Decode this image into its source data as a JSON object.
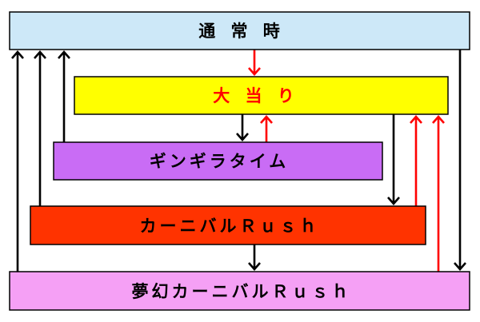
{
  "nodes": {
    "normal": {
      "label": "通 常 時",
      "fill": "#cde8f8",
      "text_color": "#000000"
    },
    "big_hit": {
      "label": "大 当 り",
      "fill": "#ffff00",
      "text_color": "#ff0000"
    },
    "gingira_time": {
      "label": "ギンギラタイム",
      "fill": "#c96cf5",
      "text_color": "#000000"
    },
    "carnival_rush": {
      "label": "カーニバルＲｕｓｈ",
      "fill": "#ff3300",
      "text_color": "#000000"
    },
    "mugen_carnival_rush": {
      "label": "夢幻カーニバルＲｕｓｈ",
      "fill": "#f5a0f5",
      "text_color": "#000000"
    }
  },
  "arrow_colors": {
    "black": "#000000",
    "red": "#ff0000"
  }
}
